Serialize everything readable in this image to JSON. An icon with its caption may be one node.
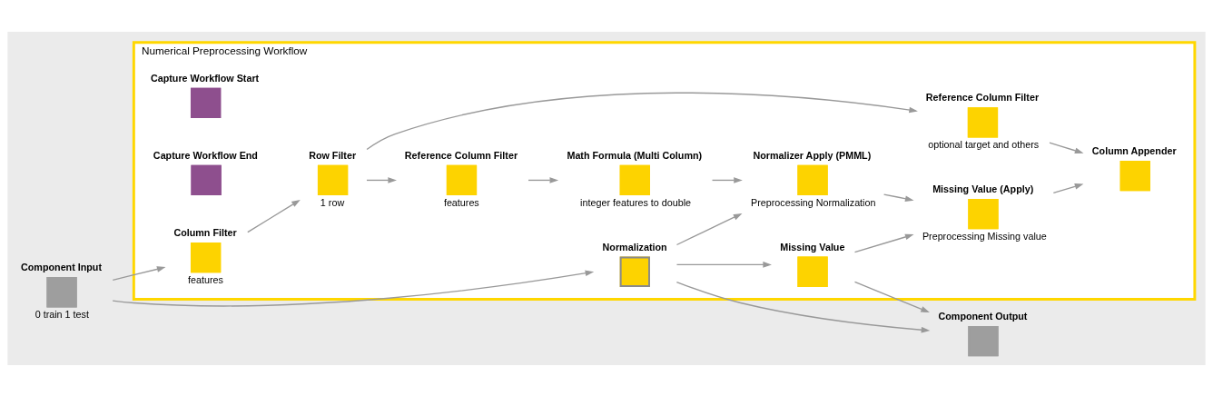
{
  "diagram": {
    "nodes": [
      {
        "text": [
          "Component Input"
        ],
        "beside": [
          "0 train 1 test"
        ]
      },
      {
        "text": [
          "Numerical Preprocessing Workflow"
        ]
      },
      {
        "text": [
          "Normalization"
        ],
        "in": 1
      },
      {
        "text": [
          "Missing Value"
        ],
        "in": 1
      },
      {
        "text": [
          "Capture Workflow Start"
        ],
        "in": 1
      },
      {
        "text": [
          "Reference Column Filter"
        ],
        "in": 1,
        "beside": [
          "features"
        ]
      },
      {
        "text": [
          "Math Formula (Multi Column)"
        ],
        "in": 1,
        "beside": [
          "integer features to double"
        ]
      },
      {
        "text": [
          "Normalizer Apply (PMML)"
        ],
        "in": 1,
        "beside": [
          "Preprocessing Normalization"
        ]
      },
      {
        "text": [
          "Missing Value (Apply)"
        ],
        "in": 1,
        "beside": [
          "Preprocessing Missing value"
        ]
      },
      {
        "text": [
          "Capture Workflow End"
        ],
        "in": 1
      },
      {
        "text": [
          "Column Filter"
        ],
        "in": 1,
        "beside": [
          "features"
        ]
      },
      {
        "text": [
          "Row Filter"
        ],
        "in": 1,
        "beside": [
          "1 row"
        ]
      },
      {
        "text": [
          "Reference Column Filter"
        ],
        "in": 1,
        "beside": [
          "optional target and others"
        ]
      },
      {
        "text": [
          "Column Appender"
        ],
        "in": 1
      },
      {
        "text": [
          "Component Output"
        ]
      }
    ],
    "edges": [
      {
        "from": 0,
        "to": 2,
        "arrow": "to"
      },
      {
        "from": 0,
        "to": 10,
        "arrow": "to"
      },
      {
        "from": 10,
        "to": 11,
        "arrow": "to"
      },
      {
        "from": 11,
        "to": 5,
        "arrow": "to"
      },
      {
        "from": 11,
        "to": 12,
        "arrow": "to"
      },
      {
        "from": 2,
        "to": 3,
        "arrow": "to"
      },
      {
        "from": 5,
        "to": 6,
        "arrow": "to"
      },
      {
        "from": 2,
        "to": 7,
        "arrow": "to"
      },
      {
        "from": 6,
        "to": 7,
        "arrow": "to"
      },
      {
        "from": 2,
        "to": 14,
        "arrow": "to"
      },
      {
        "from": 3,
        "to": 14,
        "arrow": "to"
      },
      {
        "from": 3,
        "to": 8,
        "arrow": "to"
      },
      {
        "from": 7,
        "to": 8,
        "arrow": "to"
      },
      {
        "from": 8,
        "to": 13,
        "arrow": "to"
      },
      {
        "from": 12,
        "to": 13,
        "arrow": "to"
      }
    ]
  }
}
